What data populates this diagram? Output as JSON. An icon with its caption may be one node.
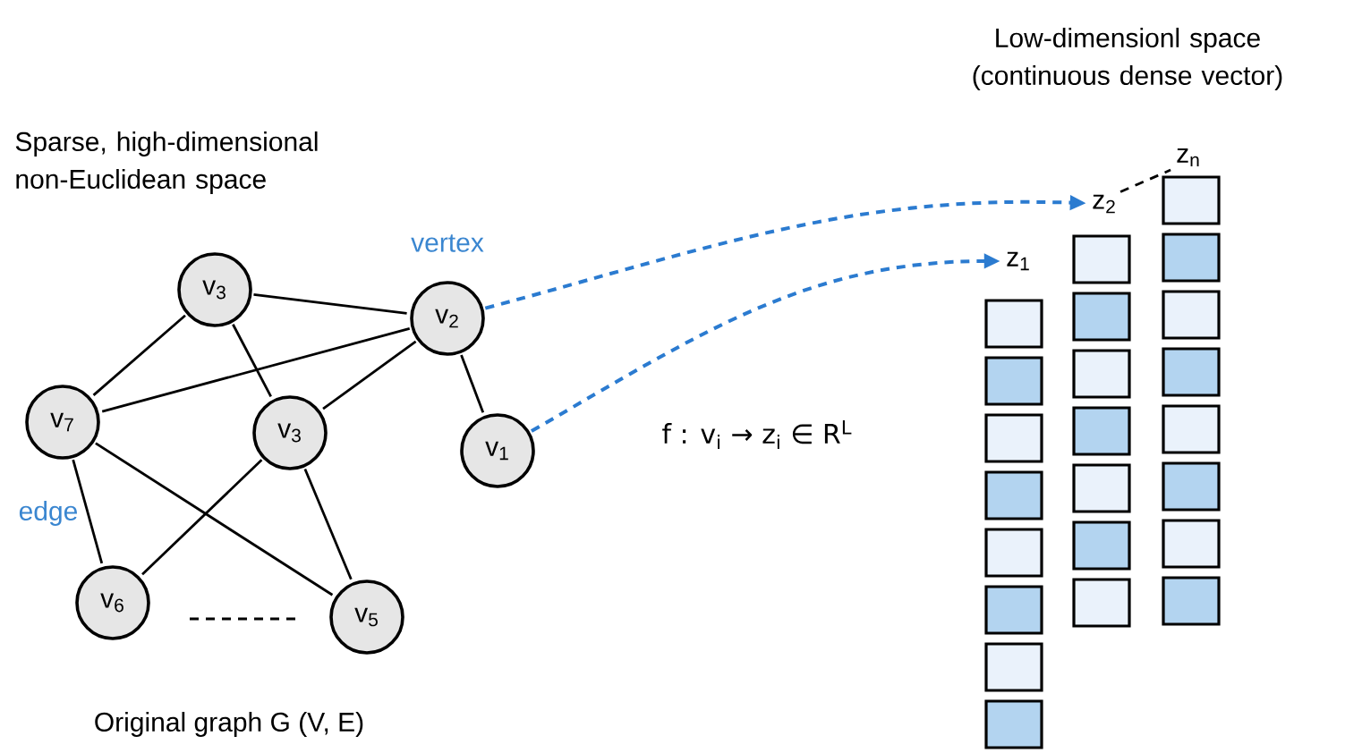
{
  "diagram": {
    "nodes": [
      {
        "text": [
          "v$_{3}$"
        ]
      },
      {
        "text": [
          "v$_{2}$"
        ]
      },
      {
        "text": [
          "v$_{7}$"
        ]
      },
      {
        "text": [
          "v$_{3}$"
        ]
      },
      {
        "text": [
          "v$_{1}$"
        ]
      },
      {
        "text": [
          "v$_{6}$"
        ]
      },
      {
        "text": [
          "v$_{5}$"
        ]
      },
      {
        "text": [
          "z$_{1}$"
        ]
      },
      {
        "text": [
          "z$_{2}$"
        ]
      },
      {
        "text": [
          "z$_{n}$"
        ]
      }
    ],
    "edges": [
      {
        "from": 0,
        "to": 1,
        "arrow": "none"
      },
      {
        "from": 0,
        "to": 2,
        "arrow": "none"
      },
      {
        "from": 0,
        "to": 3,
        "arrow": "none"
      },
      {
        "from": 1,
        "to": 2,
        "arrow": "none"
      },
      {
        "from": 1,
        "to": 3,
        "arrow": "none"
      },
      {
        "from": 1,
        "to": 4,
        "arrow": "none"
      },
      {
        "from": 2,
        "to": 5,
        "arrow": "none"
      },
      {
        "from": 2,
        "to": 6,
        "arrow": "none"
      },
      {
        "from": 3,
        "to": 5,
        "arrow": "none"
      },
      {
        "from": 3,
        "to": 6,
        "arrow": "none"
      },
      {
        "from": 1,
        "to": 8,
        "arrow": "to",
        "style": "dashed",
        "color": "#2b7bd0"
      },
      {
        "from": 4,
        "to": 7,
        "arrow": "to",
        "style": "dashed",
        "color": "#2b7bd0"
      },
      {
        "from": 8,
        "to": 9,
        "arrow": "none",
        "style": "dashed"
      }
    ],
    "labels": [
      "Low-dimensionl space (continuous dense vector)",
      "Sparse, high-dimensional non-Euclidean space",
      "vertex",
      "f : v$_{i}$ → z$_{i}$ ∈ R$^{L}$",
      "edge",
      "Original graph G (V, E)"
    ]
  }
}
